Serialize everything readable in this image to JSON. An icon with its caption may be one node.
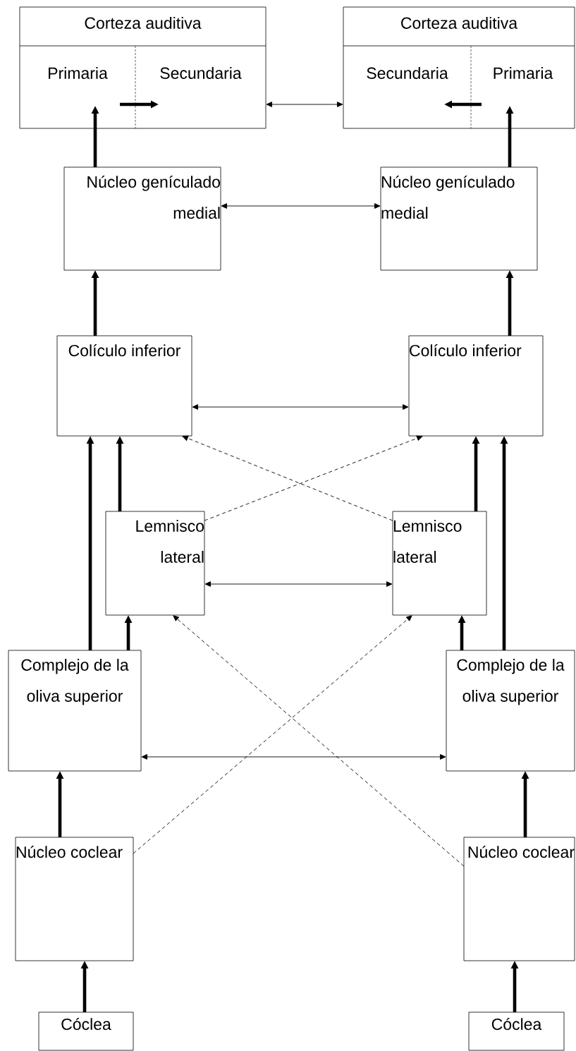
{
  "diagram": {
    "nodes": [
      {
        "text": [
          "Corteza auditiva"
        ]
      },
      {
        "text": [
          "Primaria"
        ],
        "in": 0
      },
      {
        "text": [
          "Secundaria"
        ],
        "in": 0
      },
      {
        "text": [
          "Corteza auditiva"
        ]
      },
      {
        "text": [
          "Secundaria"
        ],
        "in": 3
      },
      {
        "text": [
          "Primaria"
        ],
        "in": 3
      },
      {
        "text": [
          "Núcleo genículado medial"
        ]
      },
      {
        "text": [
          "Núcleo genículado medial"
        ]
      },
      {
        "text": [
          "Colículo inferior"
        ]
      },
      {
        "text": [
          "Colículo inferior"
        ]
      },
      {
        "text": [
          "Lemnisco lateral"
        ]
      },
      {
        "text": [
          "Lemnisco lateral"
        ]
      },
      {
        "text": [
          "Complejo de la oliva superior"
        ]
      },
      {
        "text": [
          "Complejo de la oliva superior"
        ]
      },
      {
        "text": [
          "Núcleo coclear"
        ]
      },
      {
        "text": [
          "Núcleo coclear"
        ]
      },
      {
        "text": [
          "Cóclea"
        ]
      },
      {
        "text": [
          "Cóclea"
        ]
      }
    ],
    "edges": [
      {
        "from": 1,
        "to": 2,
        "arrow": "to"
      },
      {
        "from": 2,
        "to": 4,
        "arrow": "both"
      },
      {
        "from": 5,
        "to": 4,
        "arrow": "to"
      },
      {
        "from": 6,
        "to": 1,
        "arrow": "to"
      },
      {
        "from": 7,
        "to": 5,
        "arrow": "to"
      },
      {
        "from": 6,
        "to": 7,
        "arrow": "both"
      },
      {
        "from": 8,
        "to": 6,
        "arrow": "to"
      },
      {
        "from": 9,
        "to": 7,
        "arrow": "to"
      },
      {
        "from": 8,
        "to": 9,
        "arrow": "both"
      },
      {
        "from": 10,
        "to": 8,
        "arrow": "to"
      },
      {
        "from": 12,
        "to": 8,
        "arrow": "to"
      },
      {
        "from": 11,
        "to": 9,
        "arrow": "to"
      },
      {
        "from": 13,
        "to": 9,
        "arrow": "to"
      },
      {
        "from": 10,
        "to": 9,
        "arrow": "to",
        "style": "dashed"
      },
      {
        "from": 11,
        "to": 8,
        "arrow": "to",
        "style": "dashed"
      },
      {
        "from": 10,
        "to": 11,
        "arrow": "both"
      },
      {
        "from": 12,
        "to": 10,
        "arrow": "to"
      },
      {
        "from": 13,
        "to": 11,
        "arrow": "to"
      },
      {
        "from": 14,
        "to": 11,
        "arrow": "to",
        "style": "dashed"
      },
      {
        "from": 15,
        "to": 10,
        "arrow": "to",
        "style": "dashed"
      },
      {
        "from": 12,
        "to": 13,
        "arrow": "both"
      },
      {
        "from": 14,
        "to": 12,
        "arrow": "to"
      },
      {
        "from": 15,
        "to": 13,
        "arrow": "to"
      },
      {
        "from": 16,
        "to": 14,
        "arrow": "to"
      },
      {
        "from": 17,
        "to": 15,
        "arrow": "to"
      }
    ]
  }
}
